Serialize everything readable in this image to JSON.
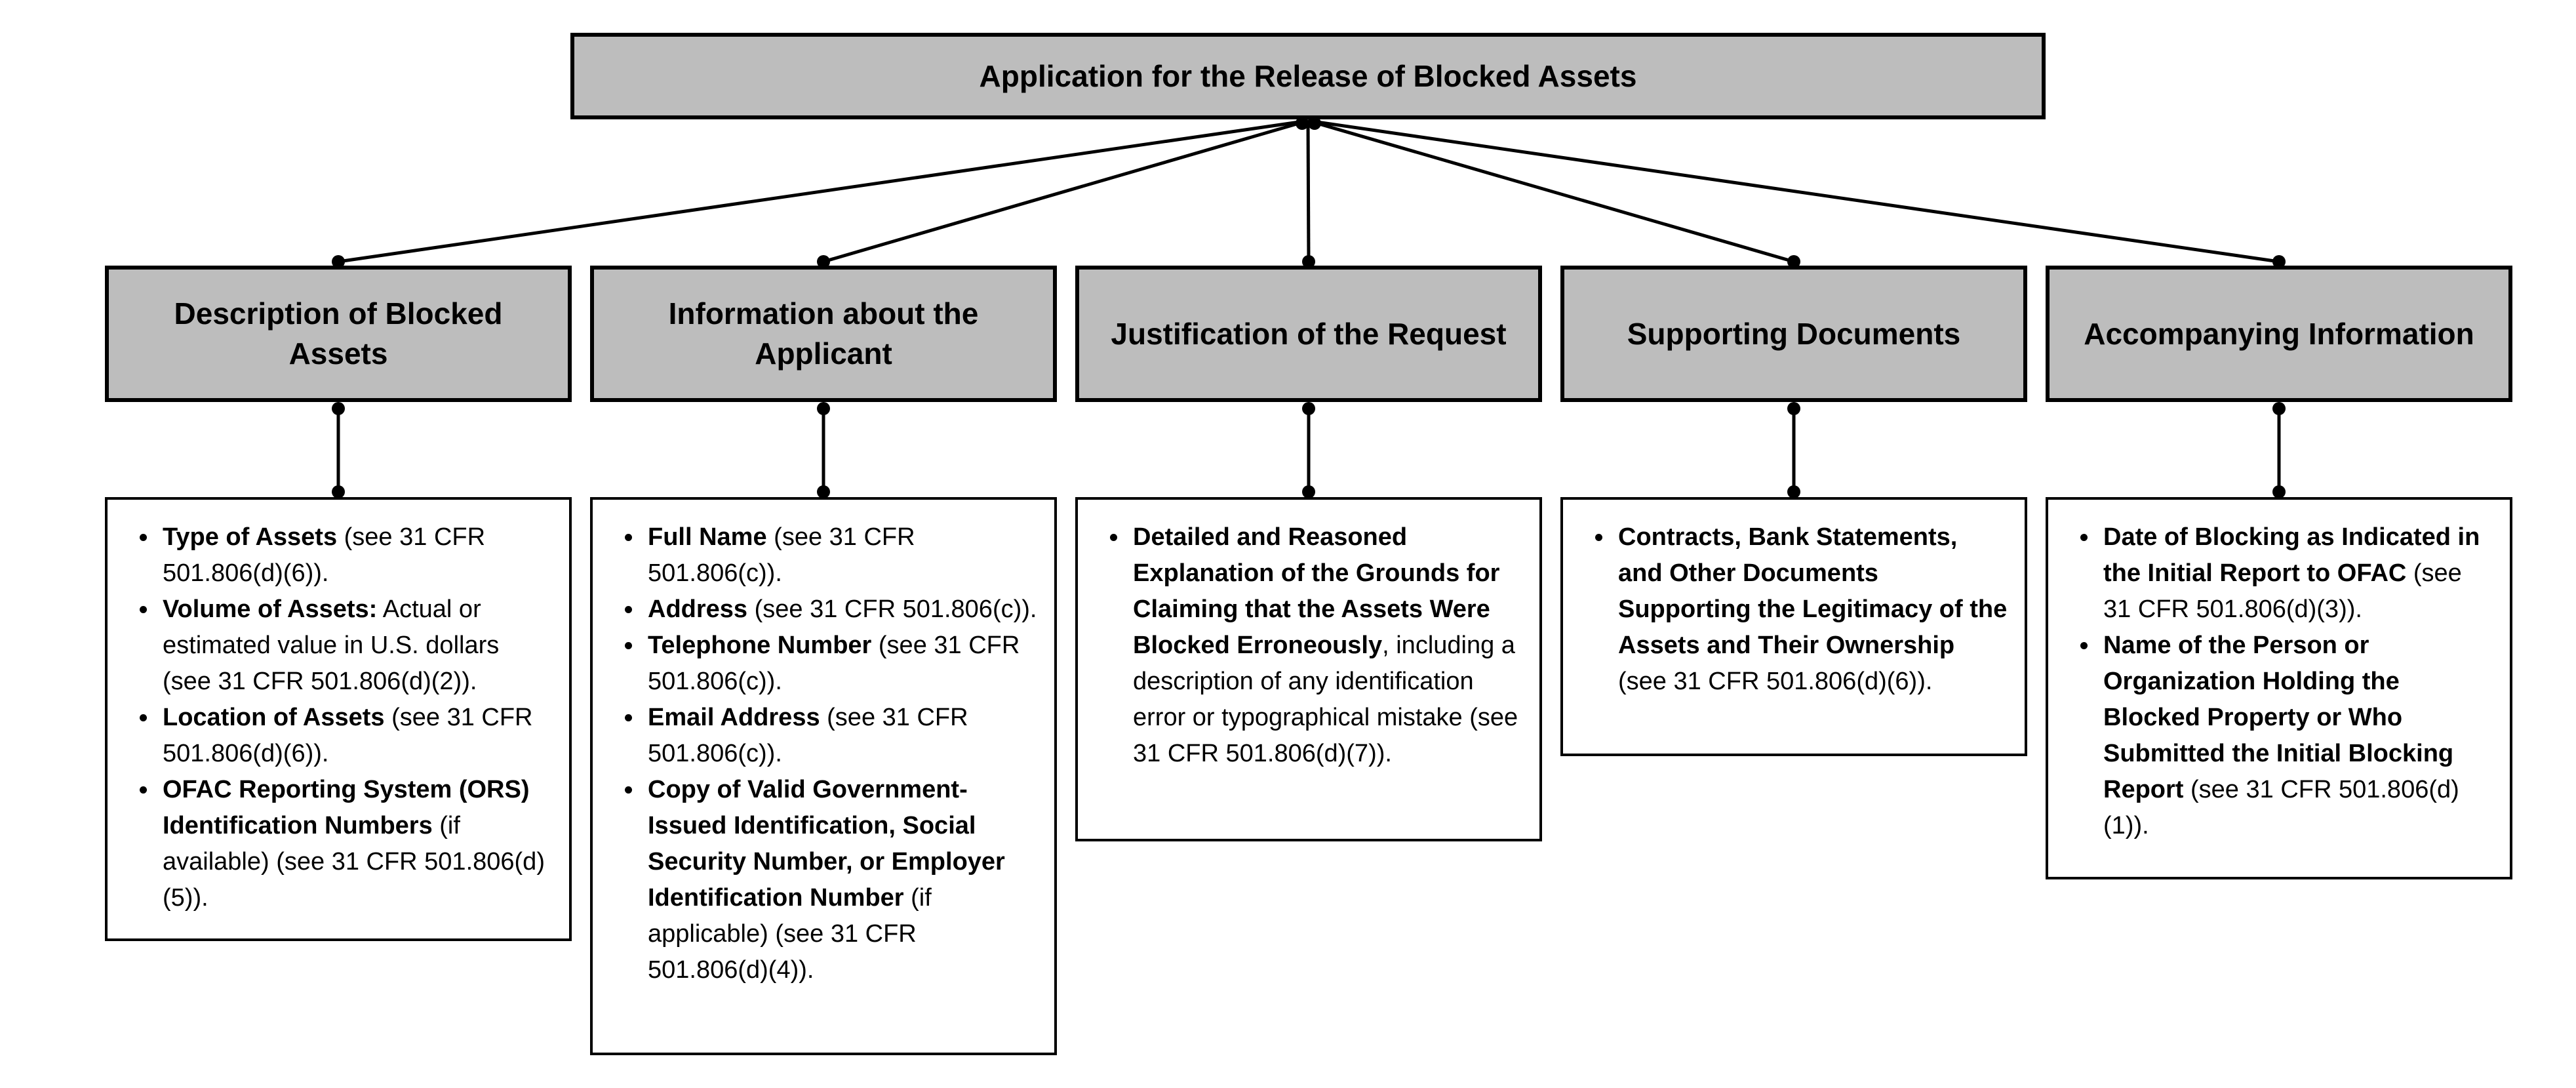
{
  "diagram": {
    "title": "Application for the Release of Blocked Assets",
    "colors": {
      "node_fill": "#bdbdbd",
      "node_border": "#000000",
      "leaf_fill": "#ffffff",
      "line": "#000000",
      "text": "#000000"
    },
    "branches": [
      {
        "label": "Description of Blocked Assets",
        "items": [
          {
            "runs": [
              {
                "t": "Type of Assets",
                "b": true
              },
              {
                "t": " (see 31 CFR 501.806(d)(6)).",
                "b": false
              }
            ]
          },
          {
            "runs": [
              {
                "t": "Volume of Assets:",
                "b": true
              },
              {
                "t": " Actual or estimated value in U.S. dollars (see 31 CFR 501.806(d)(2)).",
                "b": false
              }
            ]
          },
          {
            "runs": [
              {
                "t": "Location of Assets",
                "b": true
              },
              {
                "t": " (see 31 CFR 501.806(d)(6)).",
                "b": false
              }
            ]
          },
          {
            "runs": [
              {
                "t": "OFAC Reporting System (ORS) Identification Numbers",
                "b": true
              },
              {
                "t": " (if available) (see 31 CFR 501.806(d)(5)).",
                "b": false
              }
            ]
          }
        ]
      },
      {
        "label": "Information about the Applicant",
        "items": [
          {
            "runs": [
              {
                "t": "Full Name",
                "b": true
              },
              {
                "t": " (see 31 CFR 501.806(c)).",
                "b": false
              }
            ]
          },
          {
            "runs": [
              {
                "t": "Address",
                "b": true
              },
              {
                "t": " (see 31 CFR 501.806(c)).",
                "b": false
              }
            ]
          },
          {
            "runs": [
              {
                "t": "Telephone Number",
                "b": true
              },
              {
                "t": " (see 31 CFR 501.806(c)).",
                "b": false
              }
            ]
          },
          {
            "runs": [
              {
                "t": "Email Address",
                "b": true
              },
              {
                "t": " (see 31 CFR 501.806(c)).",
                "b": false
              }
            ]
          },
          {
            "runs": [
              {
                "t": "Copy of Valid Government-Issued Identification, Social Security Number, or Employer Identification Number",
                "b": true
              },
              {
                "t": " (if applicable) (see 31 CFR 501.806(d)(4)).",
                "b": false
              }
            ]
          }
        ]
      },
      {
        "label": "Justification of the Request",
        "items": [
          {
            "runs": [
              {
                "t": "Detailed and Reasoned Explanation of the Grounds for Claiming that the Assets Were Blocked Erroneously",
                "b": true
              },
              {
                "t": ", including a description of any identification error or typographical mistake (see 31 CFR 501.806(d)(7)).",
                "b": false
              }
            ]
          }
        ]
      },
      {
        "label": "Supporting Documents",
        "items": [
          {
            "runs": [
              {
                "t": "Contracts, Bank Statements, and Other Documents Supporting the Legitimacy of the Assets and Their Ownership",
                "b": true
              },
              {
                "t": " (see 31 CFR 501.806(d)(6)).",
                "b": false
              }
            ]
          }
        ]
      },
      {
        "label": "Accompanying Information",
        "items": [
          {
            "runs": [
              {
                "t": "Date of Blocking as Indicated in the Initial Report to OFAC",
                "b": true
              },
              {
                "t": " (see 31 CFR 501.806(d)(3)).",
                "b": false
              }
            ]
          },
          {
            "runs": [
              {
                "t": "Name of the Person or Organization Holding the Blocked Property or Who Submitted the Initial Blocking Report",
                "b": true
              },
              {
                "t": " (see 31 CFR 501.806(d)(1)).",
                "b": false
              }
            ]
          }
        ]
      }
    ]
  }
}
